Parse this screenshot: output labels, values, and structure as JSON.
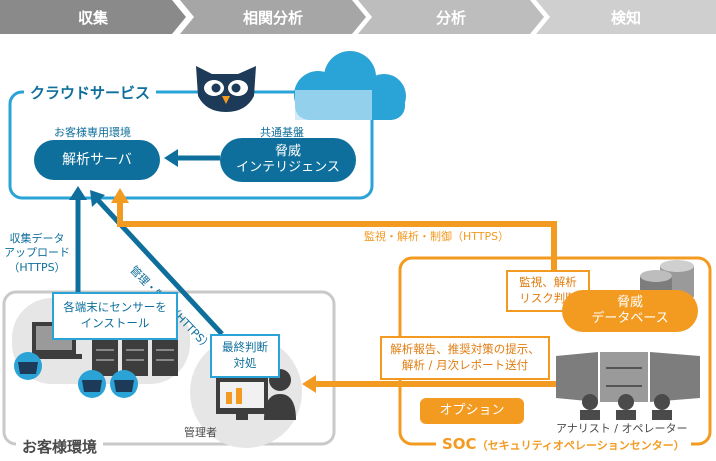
{
  "steps": [
    "収集",
    "相関分析",
    "分析",
    "検知"
  ],
  "cloud": {
    "title": "クラウドサービス",
    "customer_env_label": "お客様専用環境",
    "analysis_server": "解析サーバ",
    "common_base_label": "共通基盤",
    "threat_intel_line1": "脅威",
    "threat_intel_line2": "インテリジェンス"
  },
  "arrows": {
    "collect_upload_line1": "収集データ",
    "collect_upload_line2": "アップロード",
    "collect_upload_line3": "（HTTPS）",
    "manage_control": "管理・制御（HTTPS）",
    "monitor_analyze_control": "監視・解析・制御（HTTPS）"
  },
  "customer_env": {
    "title": "お客様環境",
    "sensor_note_line1": "各端末にセンサーを",
    "sensor_note_line2": "インストール",
    "final_judgment_line1": "最終判断",
    "final_judgment_line2": "対処",
    "admin_label": "管理者"
  },
  "soc": {
    "title": "SOC",
    "title_sub": "（セキュリティオペレーションセンター）",
    "monitor_note_line1": "監視、解析",
    "monitor_note_line2": "リスク判断",
    "threat_db_line1": "脅威",
    "threat_db_line2": "データベース",
    "report_note_line1": "解析報告、推奨対策の提示、",
    "report_note_line2": "解析 / 月次レポート送付",
    "option": "オプション",
    "analyst_label": "アナリスト / オペレーター"
  },
  "colors": {
    "blue": "#0f6f9c",
    "light_blue": "#2aa3d6",
    "orange": "#f39a21",
    "gray": "#c9c9c9",
    "dark_gray": "#4a4a4a"
  },
  "icons": [
    "owl-mascot-icon",
    "cloud-icon",
    "laptop-icon",
    "server-rack-icon",
    "admin-desktop-icon",
    "database-icon",
    "monitor-wall-icon",
    "operator-icon"
  ]
}
